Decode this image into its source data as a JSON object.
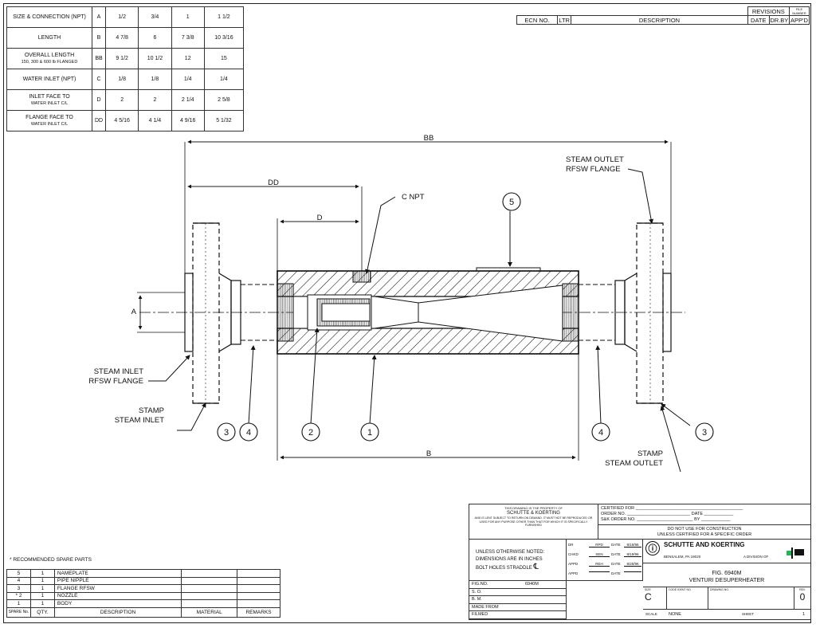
{
  "dimension_table": {
    "rows": [
      {
        "label": "SIZE & CONNECTION (NPT)",
        "sublabel": "",
        "symbol": "A",
        "values": [
          "1/2",
          "3/4",
          "1",
          "1 1/2"
        ]
      },
      {
        "label": "LENGTH",
        "sublabel": "",
        "symbol": "B",
        "values": [
          "4 7/8",
          "6",
          "7 3/8",
          "10 3/16"
        ]
      },
      {
        "label": "OVERALL LENGTH",
        "sublabel": "150, 300 & 600 lb FLANGED",
        "symbol": "BB",
        "values": [
          "9 1/2",
          "10 1/2",
          "12",
          "15"
        ]
      },
      {
        "label": "WATER INLET (NPT)",
        "sublabel": "",
        "symbol": "C",
        "values": [
          "1/8",
          "1/8",
          "1/4",
          "1/4"
        ]
      },
      {
        "label": "INLET FACE TO",
        "sublabel": "WATER INLET C/L",
        "symbol": "D",
        "values": [
          "2",
          "2",
          "2 1/4",
          "2 5/8"
        ]
      },
      {
        "label": "FLANGE FACE TO",
        "sublabel": "WATER INLET C/L",
        "symbol": "DD",
        "values": [
          "4 5/16",
          "4 1/4",
          "4 9/16",
          "5 1/32"
        ]
      }
    ]
  },
  "revisions": {
    "title": "REVISIONS",
    "file_label": "FILE NUMBER",
    "columns": [
      "ECN NO.",
      "LTR",
      "DESCRIPTION",
      "DATE",
      "DR.BY",
      "APP'D"
    ]
  },
  "drawing_labels": {
    "bb": "BB",
    "dd": "DD",
    "d": "D",
    "b": "B",
    "a": "A",
    "c_npt": "C NPT",
    "steam_outlet_flange_1": "STEAM OUTLET",
    "steam_outlet_flange_2": "RFSW FLANGE",
    "steam_inlet_flange_1": "STEAM INLET",
    "steam_inlet_flange_2": "RFSW FLANGE",
    "stamp_inlet_1": "STAMP",
    "stamp_inlet_2": "STEAM INLET",
    "stamp_outlet_1": "STAMP",
    "stamp_outlet_2": "STEAM OUTLET",
    "balloons": [
      "1",
      "2",
      "3",
      "4",
      "5"
    ]
  },
  "parts_list": {
    "note": "* RECOMMENDED SPARE PARTS",
    "rows": [
      {
        "no": "5",
        "qty": "1",
        "desc": "NAMEPLATE"
      },
      {
        "no": "4",
        "qty": "1",
        "desc": "PIPE NIPPLE"
      },
      {
        "no": "3",
        "qty": "1",
        "desc": "FLANGE RFSW"
      },
      {
        "no": "* 2",
        "qty": "1",
        "desc": "NOZZLE"
      },
      {
        "no": "1",
        "qty": "1",
        "desc": "BODY"
      }
    ],
    "headers": {
      "no": "SPARE No.",
      "qty": "QTY.",
      "desc": "DESCRIPTION",
      "material": "MATERIAL",
      "remarks": "REMARKS"
    }
  },
  "title_block": {
    "property_line": "THIS DRAWING IS THE PROPERTY OF",
    "company_small": "SCHUTTE & KOERTING",
    "fine_print": "AND IS LENT SUBJECT TO RETURN ON DEMAND. IT MUST NOT BE REPRODUCED OR USED FOR ANY PURPOSE OTHER THAN THAT FOR WHICH IT IS SPECIFICALLY FURNISHED",
    "certified_for": "CERTIFIED FOR",
    "order_no": "ORDER NO.",
    "date_label": "DATE",
    "sk_order": "S&K ORDER NO.",
    "by_label": "BY",
    "not_for_construction": "DO NOT USE FOR CONSTRUCTION",
    "unless_certified": "UNLESS CERTIFIED FOR A SPECIFIC ORDER",
    "notes": [
      "UNLESS OTHERWISE NOTED:",
      "DIMENSIONS ARE IN INCHES",
      "BOLT HOLES STRADDLE"
    ],
    "centerline_symbol": "℄",
    "signoffs": [
      {
        "role": "DR",
        "name": "RPD",
        "date": "8/16/96"
      },
      {
        "role": "CHKD",
        "name": "SEN",
        "date": "8/19/96"
      },
      {
        "role": "APPD",
        "name": "REH",
        "date": "8/20/96"
      },
      {
        "role": "APPD",
        "name": "",
        "date": ""
      }
    ],
    "date_word": "DATE",
    "company": "SCHUTTE AND KOERTING",
    "address": "BENSALEM, PA  19020",
    "division": "A DIVISION OF",
    "fig_label": "FIG.NO.",
    "fig_value": "6940M",
    "so": "S. O.",
    "bm": "B. M.",
    "made_from": "MADE FROM",
    "filmed": "FILMED",
    "title_line1": "FIG. 6940M",
    "title_line2": "VENTURI DESUPERHEATER",
    "size_label": "SIZE",
    "size_value": "C",
    "code_label": "CODE IDENT NO.",
    "drawing_label": "DRAWING NO.",
    "rev_label": "REV.",
    "rev_value": "0",
    "scale_label": "SCALE",
    "scale_value": "NONE",
    "sheet_label": "SHEET",
    "sheet_value": "1"
  }
}
